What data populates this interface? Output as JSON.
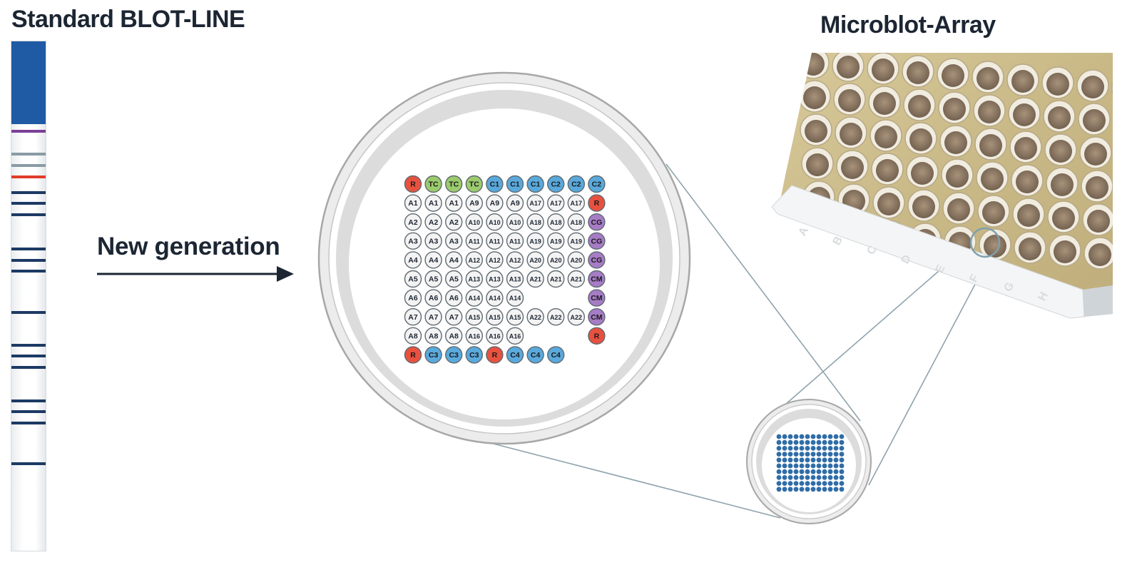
{
  "titles": {
    "left": "Standard BLOT-LINE",
    "right": "Microblot-Array",
    "middle": "New generation"
  },
  "colors": {
    "navy": "#1c3a64",
    "strip_head": "#1f5aa5",
    "purple": "#7b3f98",
    "gray_band": "#8a9ba5",
    "red_band": "#e03c2a",
    "red_spot": "#e8513f",
    "green_spot": "#9ccb6e",
    "blue_spot": "#5aa9dc",
    "purple_spot": "#a77cc6",
    "white_spot": "#f3f3f3",
    "micro_dot": "#2f6da7"
  },
  "strip_bands": [
    {
      "pos": 0.176,
      "color": "#7b3f98"
    },
    {
      "pos": 0.221,
      "color": "#8a9ba5"
    },
    {
      "pos": 0.244,
      "color": "#8a9ba5"
    },
    {
      "pos": 0.266,
      "color": "#e03c2a"
    },
    {
      "pos": 0.297,
      "color": "#1c3a64"
    },
    {
      "pos": 0.318,
      "color": "#1c3a64"
    },
    {
      "pos": 0.34,
      "color": "#1c3a64"
    },
    {
      "pos": 0.408,
      "color": "#1c3a64"
    },
    {
      "pos": 0.43,
      "color": "#1c3a64"
    },
    {
      "pos": 0.451,
      "color": "#1c3a64"
    },
    {
      "pos": 0.532,
      "color": "#1c3a64"
    },
    {
      "pos": 0.597,
      "color": "#1c3a64"
    },
    {
      "pos": 0.618,
      "color": "#1c3a64"
    },
    {
      "pos": 0.64,
      "color": "#1c3a64"
    },
    {
      "pos": 0.706,
      "color": "#1c3a64"
    },
    {
      "pos": 0.727,
      "color": "#1c3a64"
    },
    {
      "pos": 0.749,
      "color": "#1c3a64"
    },
    {
      "pos": 0.829,
      "color": "#1c3a64"
    }
  ],
  "spot_grid": [
    [
      {
        "t": "R",
        "c": "r"
      },
      {
        "t": "TC",
        "c": "g"
      },
      {
        "t": "TC",
        "c": "g"
      },
      {
        "t": "TC",
        "c": "g"
      },
      {
        "t": "C1",
        "c": "b"
      },
      {
        "t": "C1",
        "c": "b"
      },
      {
        "t": "C1",
        "c": "b"
      },
      {
        "t": "C2",
        "c": "b"
      },
      {
        "t": "C2",
        "c": "b"
      },
      {
        "t": "C2",
        "c": "b"
      }
    ],
    [
      {
        "t": "A1",
        "c": "w"
      },
      {
        "t": "A1",
        "c": "w"
      },
      {
        "t": "A1",
        "c": "w"
      },
      {
        "t": "A9",
        "c": "w"
      },
      {
        "t": "A9",
        "c": "w"
      },
      {
        "t": "A9",
        "c": "w"
      },
      {
        "t": "A17",
        "c": "w"
      },
      {
        "t": "A17",
        "c": "w"
      },
      {
        "t": "A17",
        "c": "w"
      },
      {
        "t": "R",
        "c": "r"
      }
    ],
    [
      {
        "t": "A2",
        "c": "w"
      },
      {
        "t": "A2",
        "c": "w"
      },
      {
        "t": "A2",
        "c": "w"
      },
      {
        "t": "A10",
        "c": "w"
      },
      {
        "t": "A10",
        "c": "w"
      },
      {
        "t": "A10",
        "c": "w"
      },
      {
        "t": "A18",
        "c": "w"
      },
      {
        "t": "A18",
        "c": "w"
      },
      {
        "t": "A18",
        "c": "w"
      },
      {
        "t": "CG",
        "c": "p"
      }
    ],
    [
      {
        "t": "A3",
        "c": "w"
      },
      {
        "t": "A3",
        "c": "w"
      },
      {
        "t": "A3",
        "c": "w"
      },
      {
        "t": "A11",
        "c": "w"
      },
      {
        "t": "A11",
        "c": "w"
      },
      {
        "t": "A11",
        "c": "w"
      },
      {
        "t": "A19",
        "c": "w"
      },
      {
        "t": "A19",
        "c": "w"
      },
      {
        "t": "A19",
        "c": "w"
      },
      {
        "t": "CG",
        "c": "p"
      }
    ],
    [
      {
        "t": "A4",
        "c": "w"
      },
      {
        "t": "A4",
        "c": "w"
      },
      {
        "t": "A4",
        "c": "w"
      },
      {
        "t": "A12",
        "c": "w"
      },
      {
        "t": "A12",
        "c": "w"
      },
      {
        "t": "A12",
        "c": "w"
      },
      {
        "t": "A20",
        "c": "w"
      },
      {
        "t": "A20",
        "c": "w"
      },
      {
        "t": "A20",
        "c": "w"
      },
      {
        "t": "CG",
        "c": "p"
      }
    ],
    [
      {
        "t": "A5",
        "c": "w"
      },
      {
        "t": "A5",
        "c": "w"
      },
      {
        "t": "A5",
        "c": "w"
      },
      {
        "t": "A13",
        "c": "w"
      },
      {
        "t": "A13",
        "c": "w"
      },
      {
        "t": "A13",
        "c": "w"
      },
      {
        "t": "A21",
        "c": "w"
      },
      {
        "t": "A21",
        "c": "w"
      },
      {
        "t": "A21",
        "c": "w"
      },
      {
        "t": "CM",
        "c": "p"
      }
    ],
    [
      {
        "t": "A6",
        "c": "w"
      },
      {
        "t": "A6",
        "c": "w"
      },
      {
        "t": "A6",
        "c": "w"
      },
      {
        "t": "A14",
        "c": "w"
      },
      {
        "t": "A14",
        "c": "w"
      },
      {
        "t": "A14",
        "c": "w"
      },
      null,
      null,
      null,
      {
        "t": "CM",
        "c": "p"
      }
    ],
    [
      {
        "t": "A7",
        "c": "w"
      },
      {
        "t": "A7",
        "c": "w"
      },
      {
        "t": "A7",
        "c": "w"
      },
      {
        "t": "A15",
        "c": "w"
      },
      {
        "t": "A15",
        "c": "w"
      },
      {
        "t": "A15",
        "c": "w"
      },
      {
        "t": "A22",
        "c": "w"
      },
      {
        "t": "A22",
        "c": "w"
      },
      {
        "t": "A22",
        "c": "w"
      },
      {
        "t": "CM",
        "c": "p"
      }
    ],
    [
      {
        "t": "A8",
        "c": "w"
      },
      {
        "t": "A8",
        "c": "w"
      },
      {
        "t": "A8",
        "c": "w"
      },
      {
        "t": "A16",
        "c": "w"
      },
      {
        "t": "A16",
        "c": "w"
      },
      {
        "t": "A16",
        "c": "w"
      },
      null,
      null,
      null,
      {
        "t": "R",
        "c": "r"
      }
    ],
    [
      {
        "t": "R",
        "c": "r"
      },
      {
        "t": "C3",
        "c": "b"
      },
      {
        "t": "C3",
        "c": "b"
      },
      {
        "t": "C3",
        "c": "b"
      },
      {
        "t": "R",
        "c": "r"
      },
      {
        "t": "C4",
        "c": "b"
      },
      {
        "t": "C4",
        "c": "b"
      },
      {
        "t": "C4",
        "c": "b"
      },
      null,
      null
    ]
  ],
  "micro_grid": {
    "rows": 10,
    "cols": 12
  },
  "plate": {
    "rows": 5,
    "cols": 9,
    "row_labels": [
      "A",
      "B",
      "C",
      "D",
      "E",
      "F",
      "G",
      "H"
    ]
  }
}
